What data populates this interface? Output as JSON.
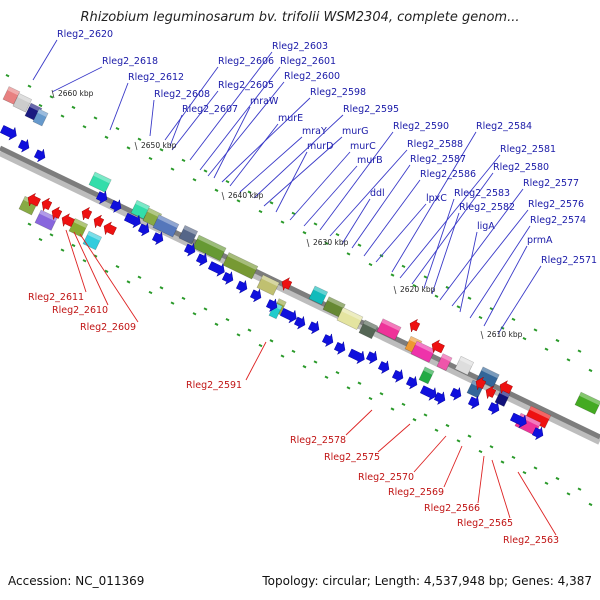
{
  "title": "Rhizobium leguminosarum bv. trifolii WSM2304, complete genom...",
  "footer": {
    "accession": "Accession: NC_011369",
    "stats": "Topology: circular; Length: 4,537,948 bp; Genes: 4,387"
  },
  "scale_labels": [
    "2660 kbp",
    "2650 kbp",
    "2640 kbp",
    "2630 kbp",
    "2620 kbp",
    "2610 kbp"
  ],
  "forward_genes": [
    "Rleg2_2620",
    "Rleg2_2618",
    "Rleg2_2612",
    "Rleg2_2608",
    "Rleg2_2607",
    "Rleg2_2606",
    "Rleg2_2605",
    "Rleg2_2603",
    "Rleg2_2601",
    "Rleg2_2600",
    "mraW",
    "Rleg2_2598",
    "murE",
    "mraY",
    "Rleg2_2595",
    "murG",
    "murD",
    "murC",
    "murB",
    "Rleg2_2590",
    "Rleg2_2588",
    "ddl",
    "Rleg2_2587",
    "Rleg2_2586",
    "lpxC",
    "Rleg2_2584",
    "Rleg2_2581",
    "Rleg2_2580",
    "Rleg2_2583",
    "Rleg2_2582",
    "Rleg2_2577",
    "Rleg2_2576",
    "ligA",
    "Rleg2_2574",
    "prmA",
    "Rleg2_2571"
  ],
  "reverse_genes": [
    "Rleg2_2611",
    "Rleg2_2610",
    "Rleg2_2609",
    "Rleg2_2591",
    "Rleg2_2578",
    "Rleg2_2575",
    "Rleg2_2570",
    "Rleg2_2569",
    "Rleg2_2566",
    "Rleg2_2565",
    "Rleg2_2563"
  ],
  "colors": {
    "forward_label": "#1a1aa8",
    "reverse_label": "#c01414",
    "forward_arrow": "#1010dd",
    "reverse_arrow": "#ee1111",
    "backbone": "#8a8a8a"
  }
}
